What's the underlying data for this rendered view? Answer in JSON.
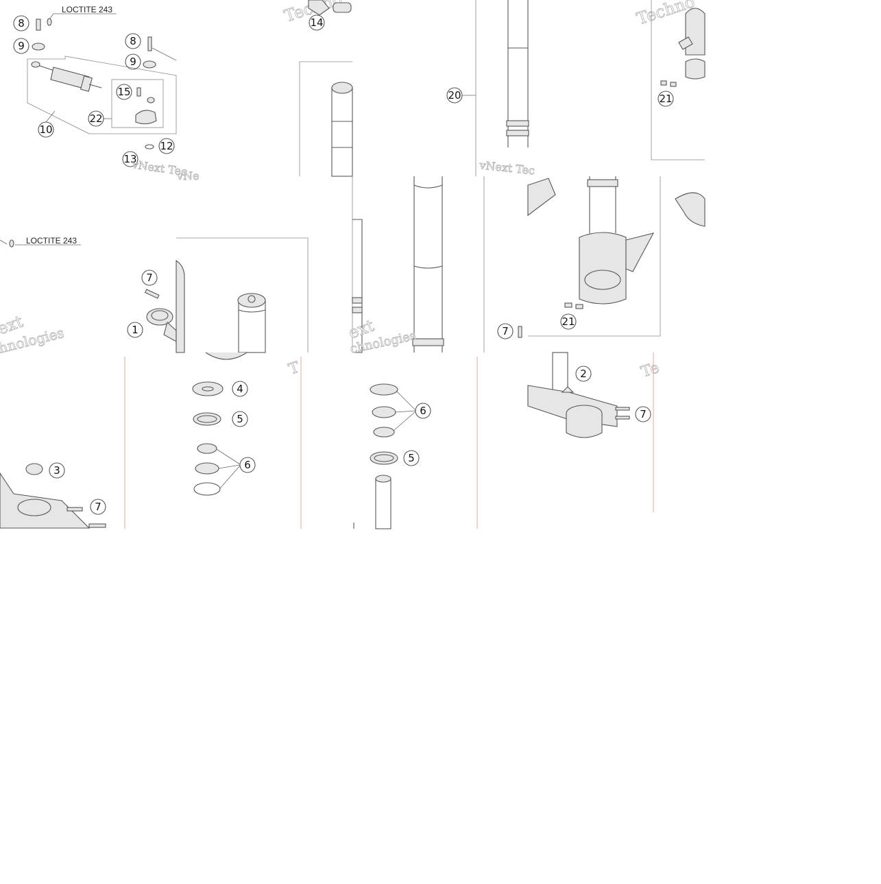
{
  "diagram": {
    "labels": {
      "loctite": "LOCTITE 243"
    },
    "watermarks": {
      "techno": "Techno",
      "vnext_tec": "vNext Tec",
      "vnext_tec_alt": "vNext Tec",
      "ext": "ext",
      "hnologies": "hnologies",
      "chnologies": "chnologies",
      "vne": "vNe",
      "te": "Te",
      "t": "T"
    },
    "callouts": {
      "c1": "1",
      "c2": "2",
      "c3": "3",
      "c4": "4",
      "c5": "5",
      "c6": "6",
      "c7": "7",
      "c8": "8",
      "c9": "9",
      "c10": "10",
      "c12": "12",
      "c13": "13",
      "c14": "14",
      "c15": "15",
      "c20": "20",
      "c21": "21",
      "c22": "22"
    }
  }
}
